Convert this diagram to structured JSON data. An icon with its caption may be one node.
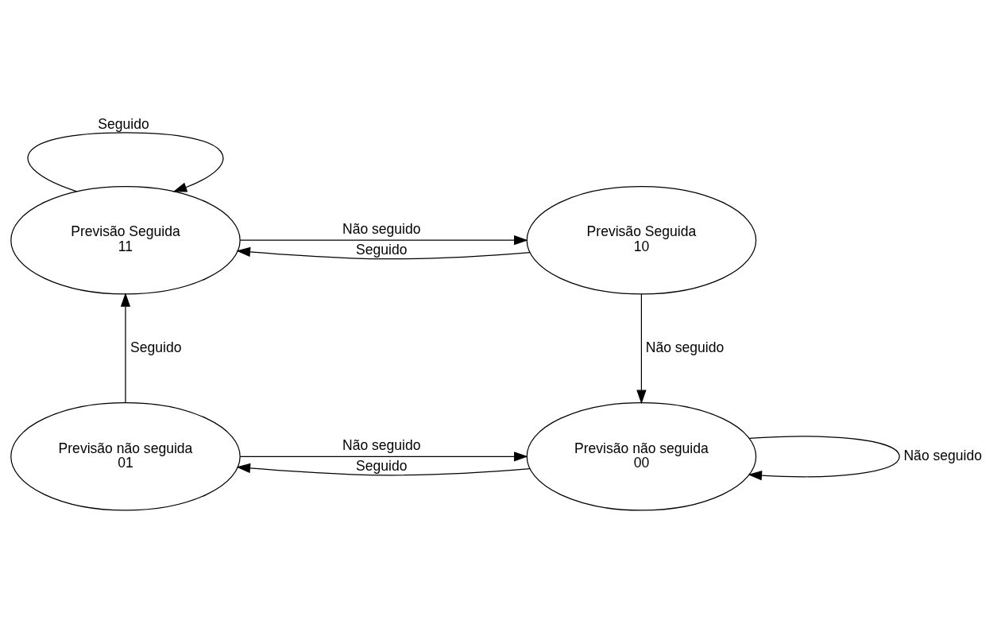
{
  "diagram": {
    "nodes": [
      {
        "text": [
          "Previsão Seguida",
          "11"
        ]
      },
      {
        "text": [
          "Previsão Seguida",
          "10"
        ]
      },
      {
        "text": [
          "Previsão não seguida",
          "01"
        ]
      },
      {
        "text": [
          "Previsão não seguida",
          "00"
        ]
      }
    ],
    "edges": [
      {
        "from": 0,
        "to": 0,
        "arrow": "to",
        "label": "Seguido"
      },
      {
        "from": 0,
        "to": 1,
        "arrow": "to",
        "label": "Não seguido"
      },
      {
        "from": 1,
        "to": 0,
        "arrow": "to",
        "label": "Seguido"
      },
      {
        "from": 2,
        "to": 0,
        "arrow": "to",
        "label": "Seguido"
      },
      {
        "from": 1,
        "to": 3,
        "arrow": "to",
        "label": "Não seguido"
      },
      {
        "from": 2,
        "to": 3,
        "arrow": "to",
        "label": "Não seguido"
      },
      {
        "from": 3,
        "to": 2,
        "arrow": "to",
        "label": "Seguido"
      },
      {
        "from": 3,
        "to": 3,
        "arrow": "to",
        "label": "Não seguido"
      }
    ]
  }
}
